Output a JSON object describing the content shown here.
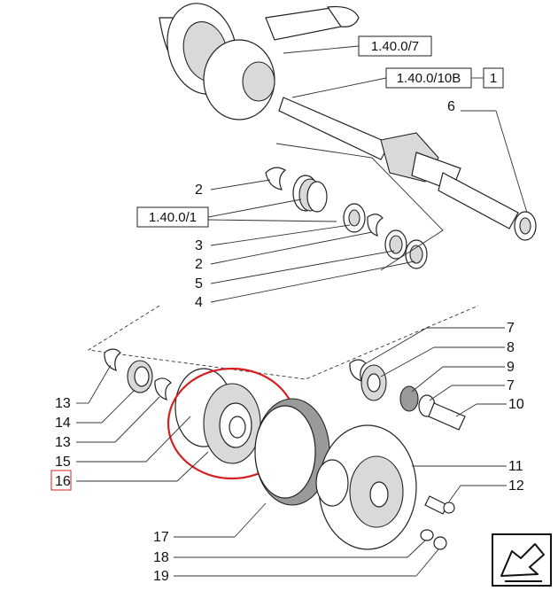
{
  "references": {
    "ref_1": "1.40.0/7",
    "ref_2": "1.40.0/10B",
    "ref_2_page": "1",
    "ref_3": "1.40.0/1"
  },
  "callouts": {
    "c6": "6",
    "c2a": "2",
    "c3": "3",
    "c2b": "2",
    "c5": "5",
    "c4": "4",
    "c7a": "7",
    "c8": "8",
    "c9": "9",
    "c7b": "7",
    "c10": "10",
    "c11": "11",
    "c12": "12",
    "c13a": "13",
    "c14": "14",
    "c13b": "13",
    "c15": "15",
    "c16": "16",
    "c17": "17",
    "c18": "18",
    "c19": "19"
  },
  "highlight": {
    "part": "16",
    "color": "#d42020"
  },
  "nav": {
    "icon": "next-page-arrow-icon"
  }
}
